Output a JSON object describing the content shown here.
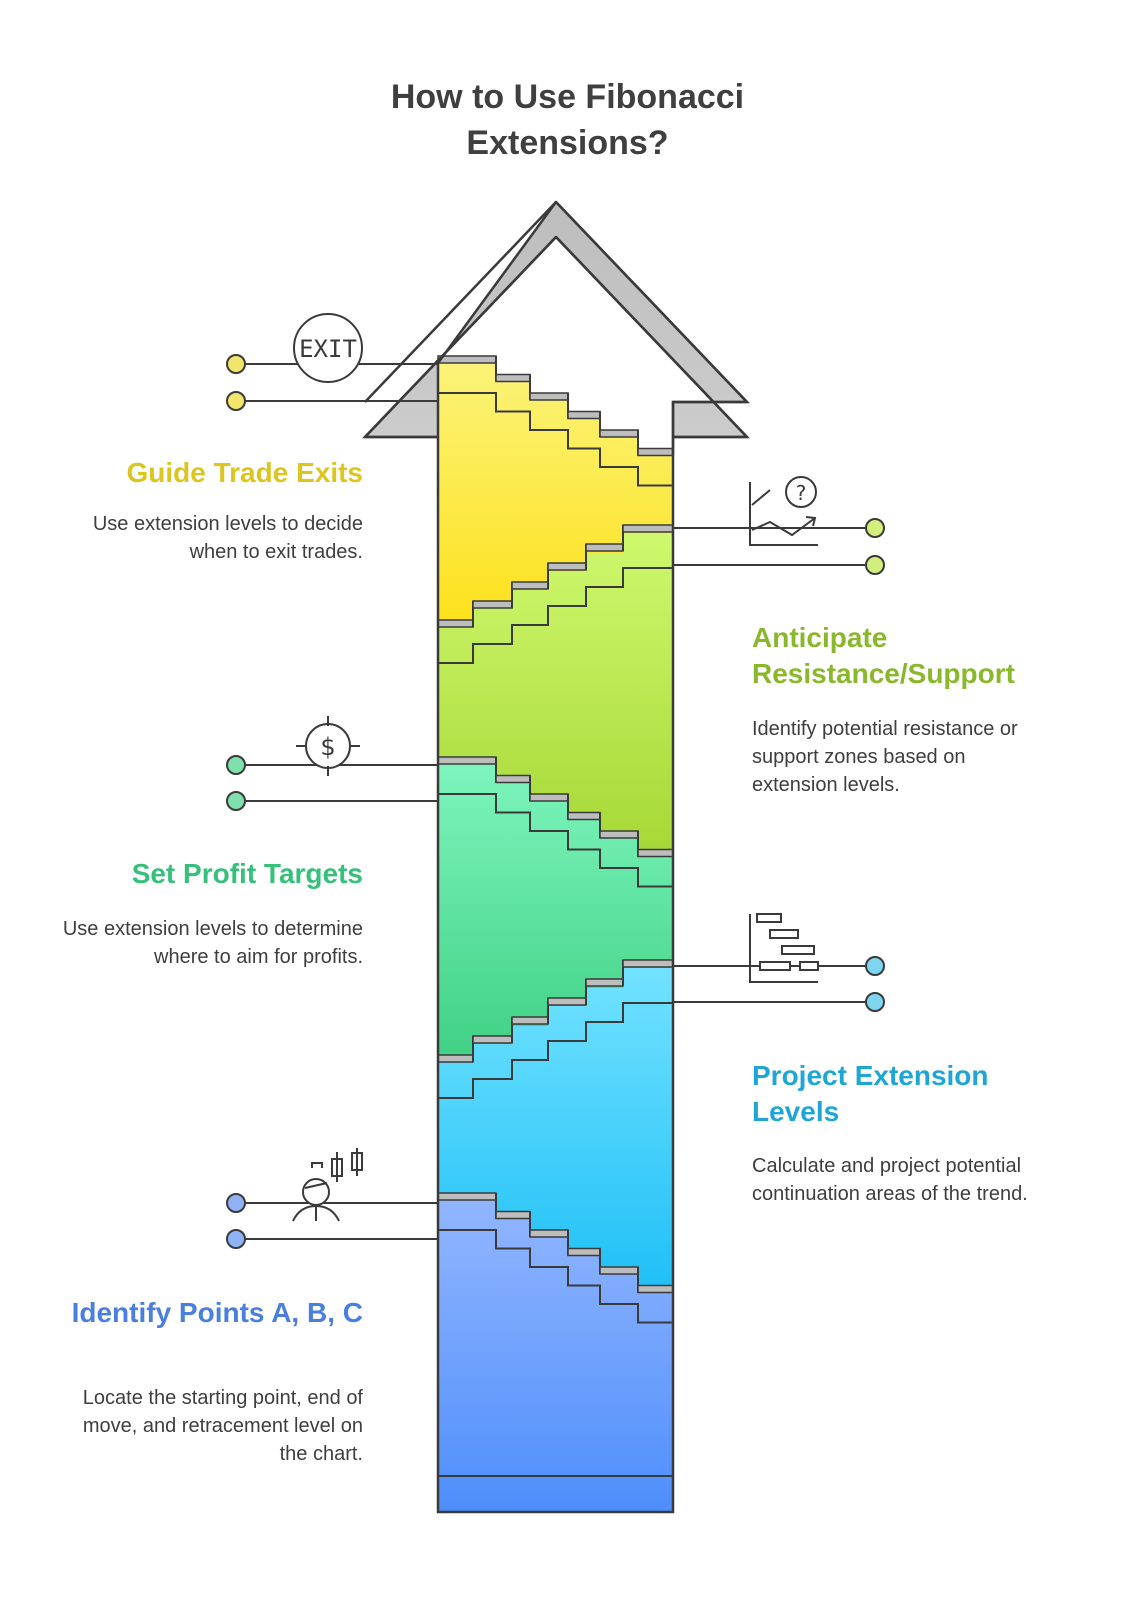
{
  "title": "How to Use Fibonacci Extensions?",
  "steps": [
    {
      "heading": "Identify Points A, B, C",
      "description": "Locate the starting point, end of move, and retracement level on the chart.",
      "icon": "trader-candlestick-icon",
      "color": "#4a7fe0"
    },
    {
      "heading": "Project Extension Levels",
      "description": "Calculate and project potential continuation areas of the trend.",
      "icon": "gantt-chart-icon",
      "color": "#1fa6d6"
    },
    {
      "heading": "Set Profit Targets",
      "description": "Use extension levels to determine where to aim for profits.",
      "icon": "dollar-target-icon",
      "color": "#36c07a"
    },
    {
      "heading": "Anticipate Resistance/Support",
      "description": "Identify potential resistance or support zones based on extension levels.",
      "icon": "chart-question-icon",
      "color": "#8ab82c"
    },
    {
      "heading": "Guide Trade Exits",
      "description": "Use extension levels to decide when to exit trades.",
      "icon": "exit-sign-icon",
      "color": "#ddc520"
    }
  ],
  "exit_icon_text": "EXIT",
  "dollar_icon_text": "$",
  "colors": {
    "outline": "#3a3a3a",
    "arrow_head": "#c4c4c4",
    "step_edge": "#bdbdbd",
    "title": "#3f3f3f",
    "text": "#3e3e3e"
  }
}
